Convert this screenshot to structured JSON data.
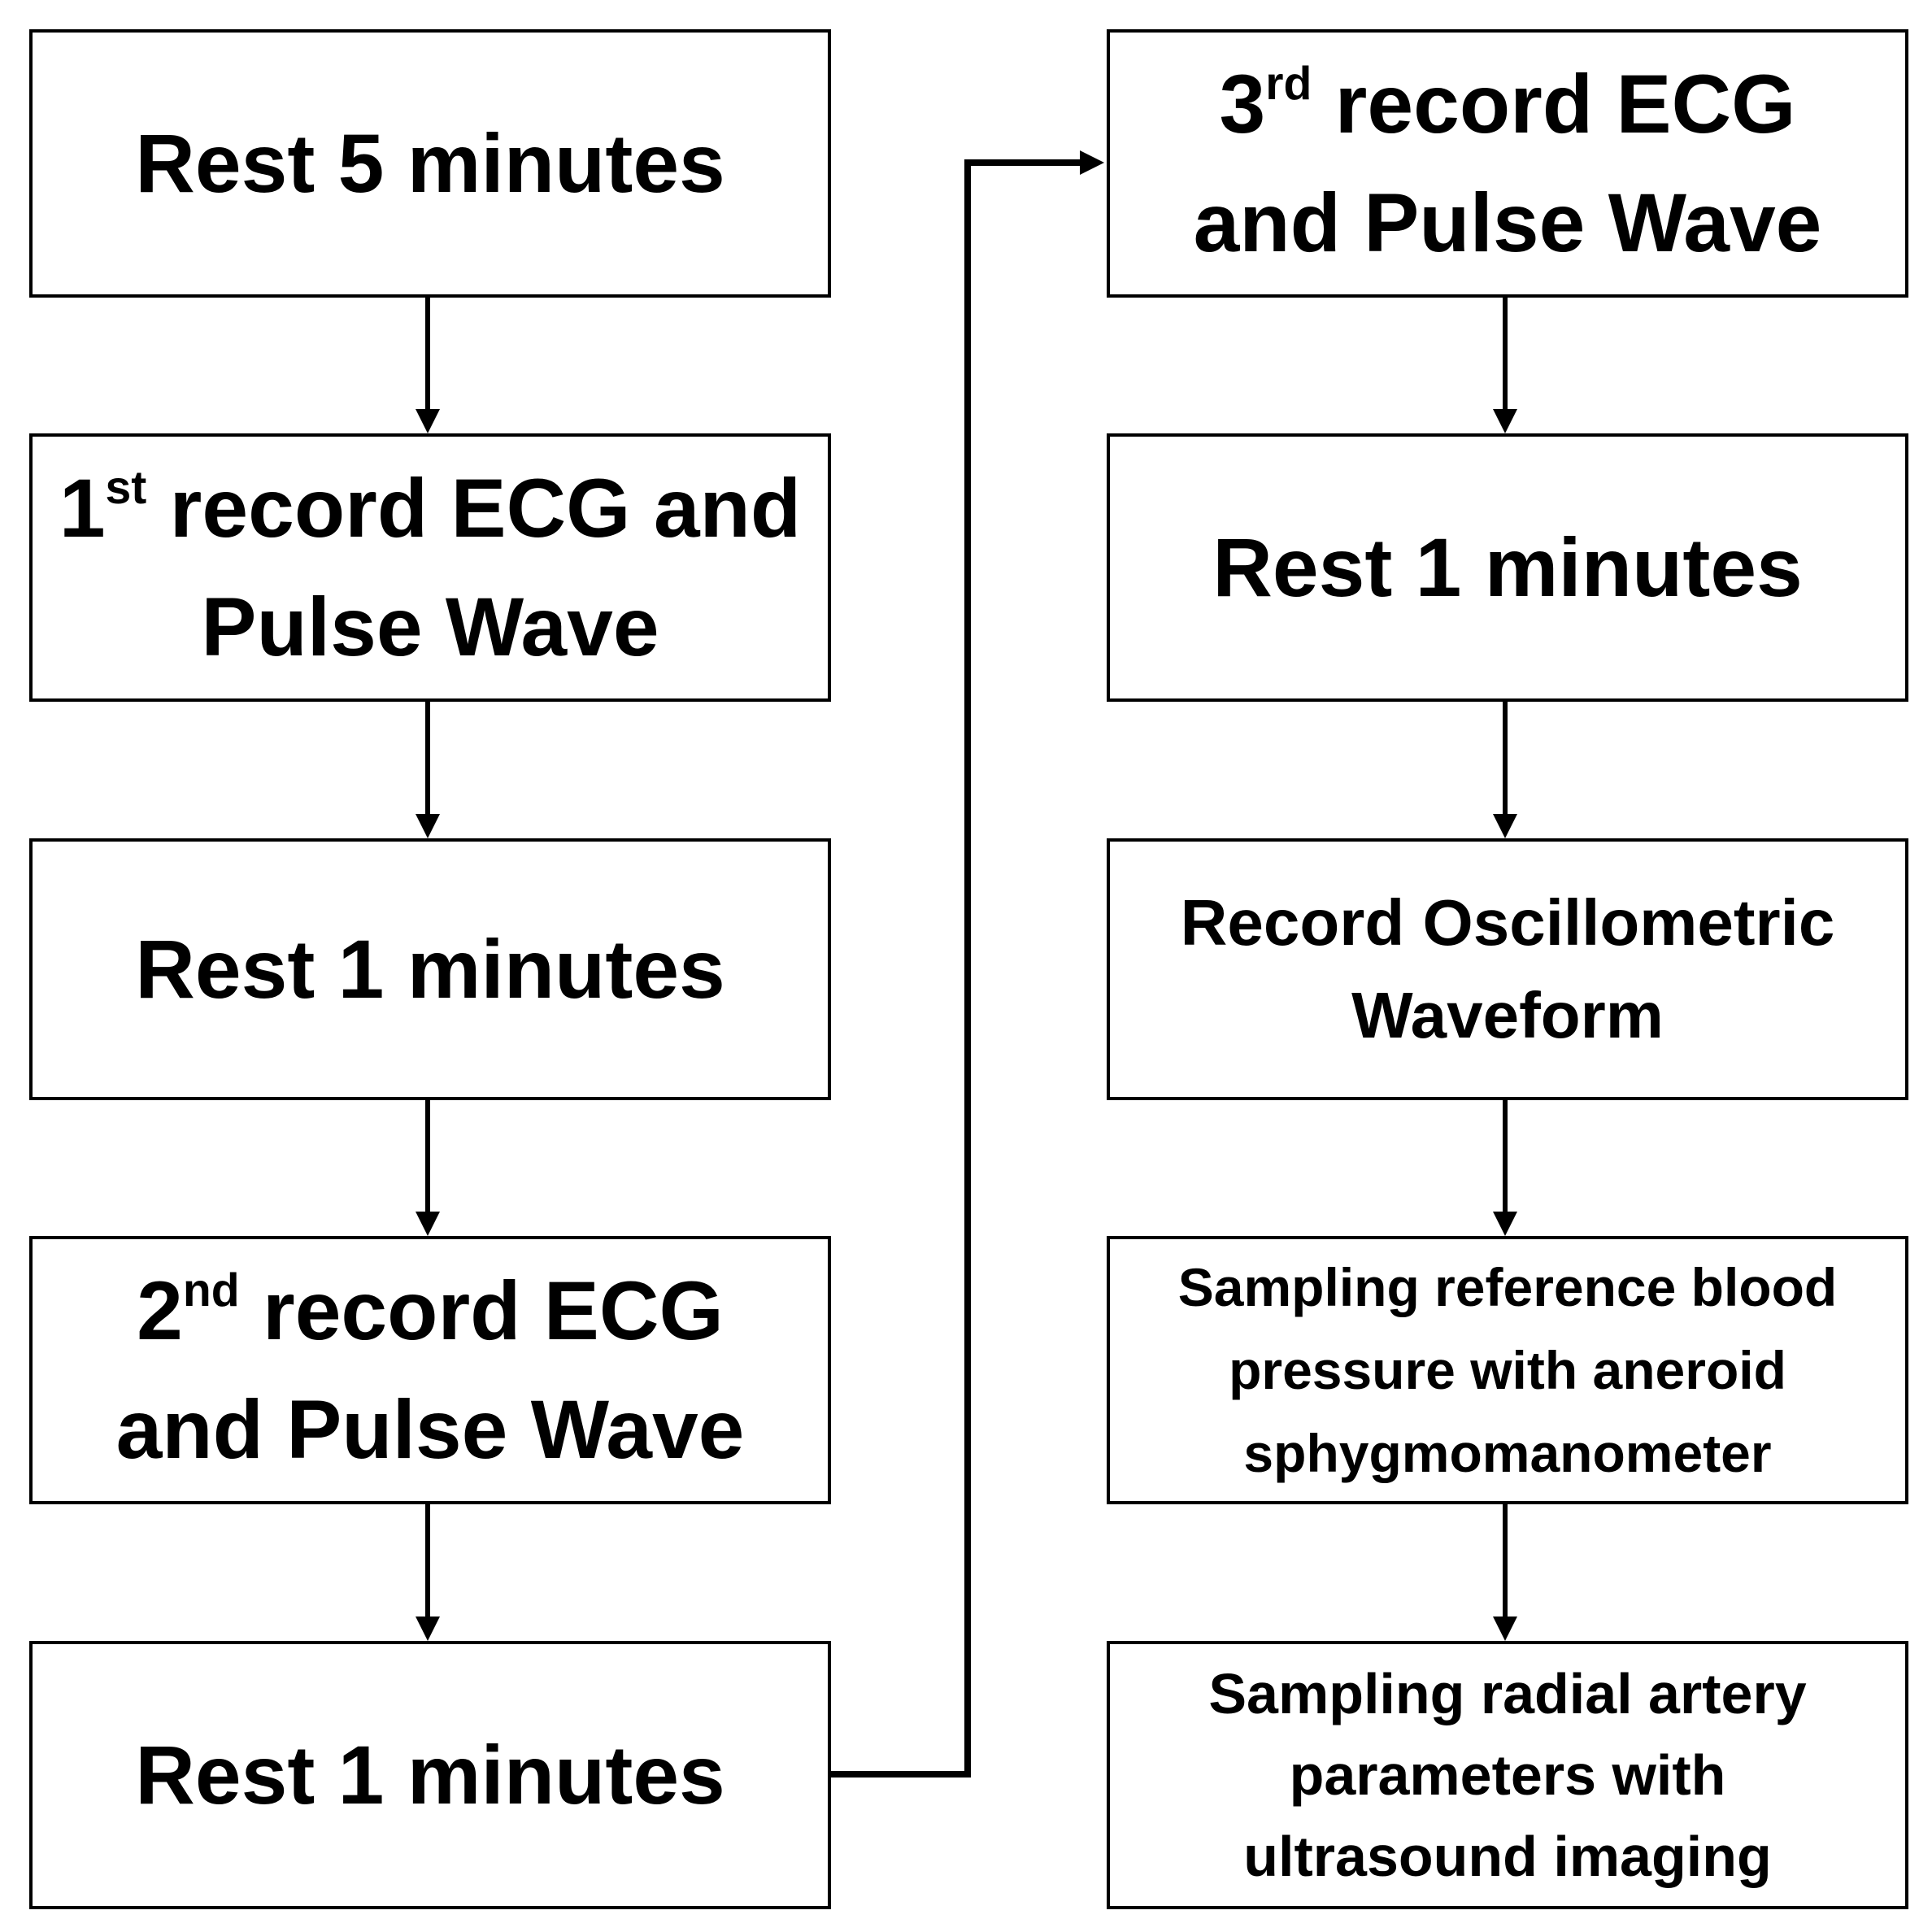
{
  "boxes": {
    "rest5": {
      "text": "Rest 5 minutes"
    },
    "record1": {
      "num": "1",
      "ord": "st",
      "line1_rest": " record ECG and",
      "line2": "Pulse Wave"
    },
    "rest1a": {
      "text": "Rest 1 minutes"
    },
    "record2": {
      "num": "2",
      "ord": "nd",
      "line1_rest": " record ECG",
      "line2": "and Pulse Wave"
    },
    "rest1b": {
      "text": "Rest 1 minutes"
    },
    "record3": {
      "num": "3",
      "ord": "rd",
      "line1_rest": " record ECG",
      "line2": "and Pulse Wave"
    },
    "rest1c": {
      "text": "Rest 1 minutes"
    },
    "oscillometric": {
      "line1": "Record Oscillometric",
      "line2": "Waveform"
    },
    "reference_bp": {
      "line1": "Sampling reference blood",
      "line2": "pressure with aneroid",
      "line3": "sphygmomanometer"
    },
    "ultrasound": {
      "line1": "Sampling radial artery",
      "line2": "parameters with",
      "line3": "ultrasound imaging"
    }
  },
  "colors": {
    "stroke": "#000000",
    "fill": "#ffffff",
    "text": "#000000"
  }
}
